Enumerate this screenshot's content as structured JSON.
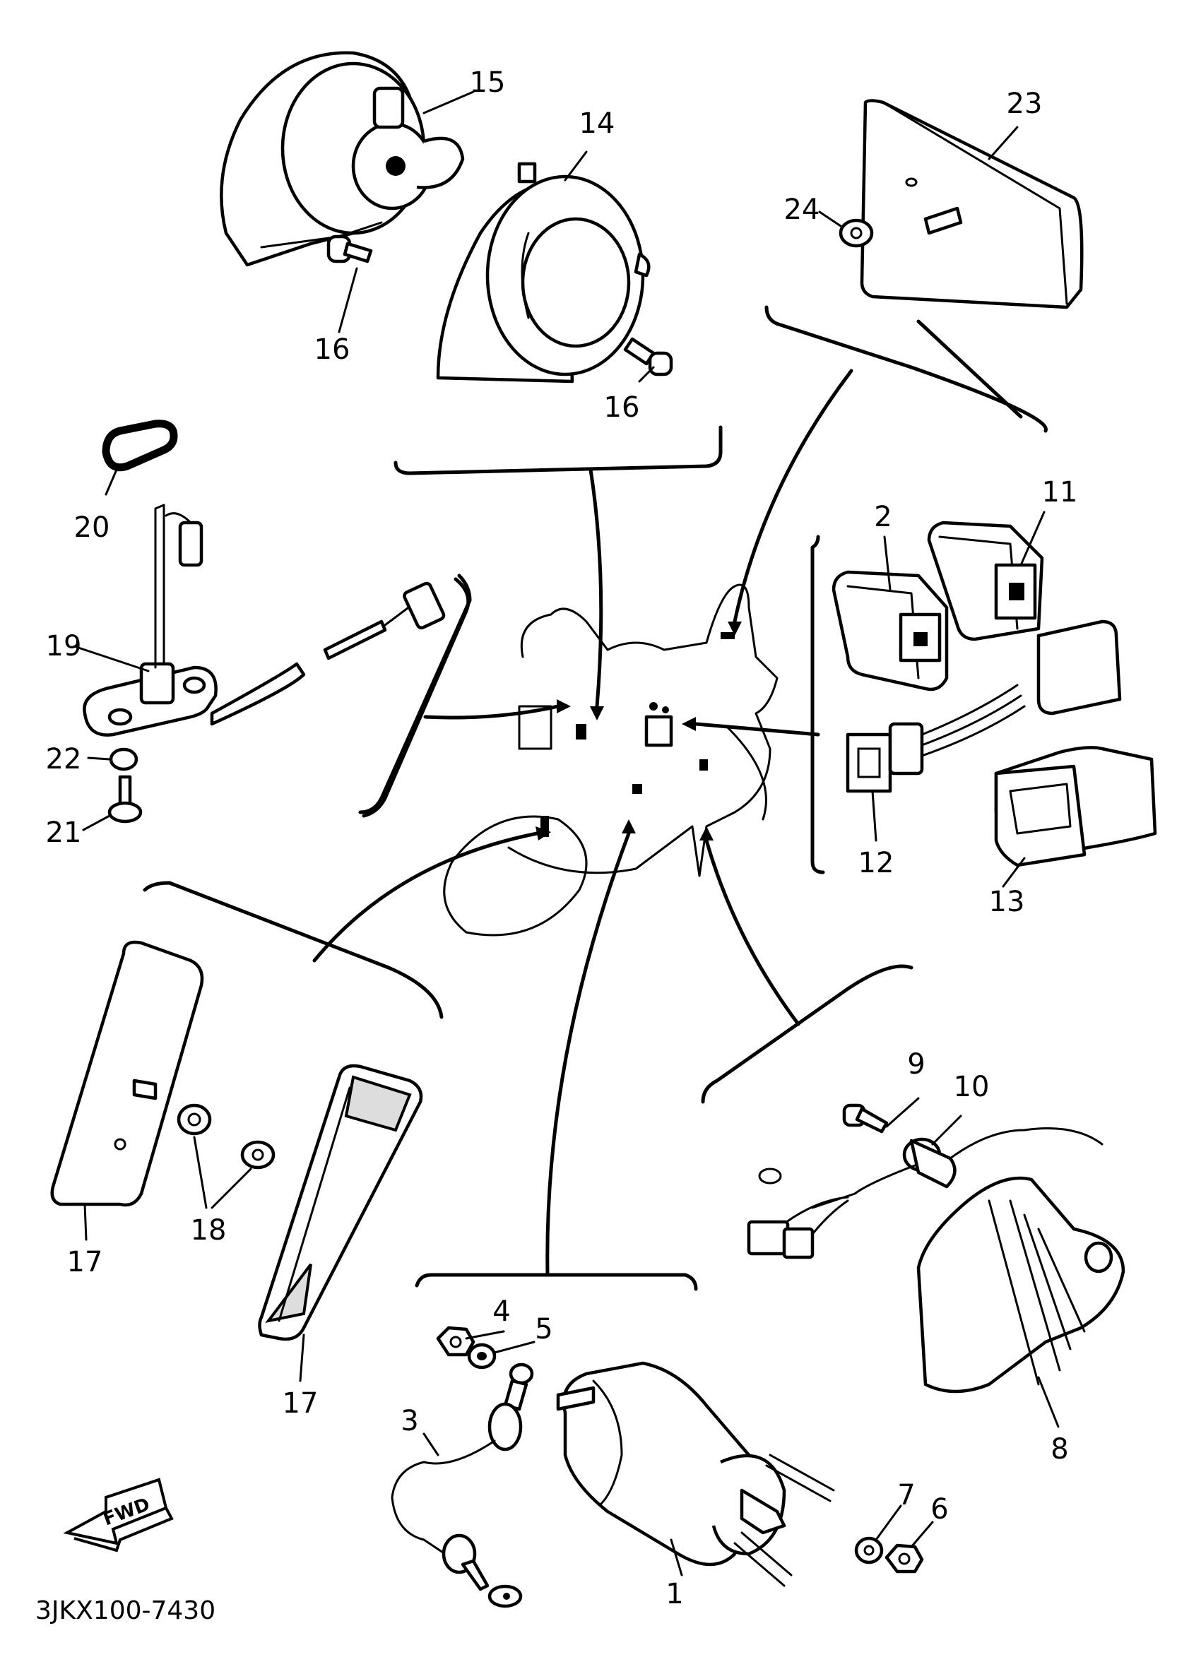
{
  "diagram": {
    "code": "3JKX100-7430",
    "fwd_label": "FWD",
    "callouts": {
      "c1": "1",
      "c2": "2",
      "c3": "3",
      "c4": "4",
      "c5": "5",
      "c6": "6",
      "c7": "7",
      "c8": "8",
      "c9": "9",
      "c10": "10",
      "c11": "11",
      "c12": "12",
      "c13": "13",
      "c14": "14",
      "c15": "15",
      "c16a": "16",
      "c16b": "16",
      "c17a": "17",
      "c17b": "17",
      "c18": "18",
      "c19": "19",
      "c20": "20",
      "c21": "21",
      "c22": "22",
      "c23": "23",
      "c24": "24"
    }
  }
}
